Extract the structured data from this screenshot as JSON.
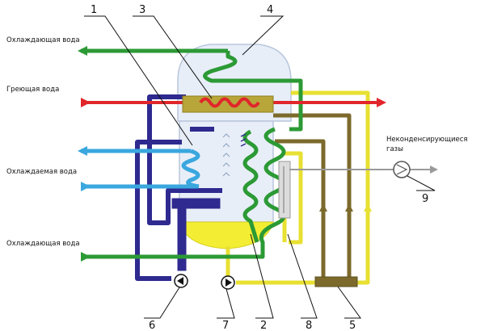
{
  "labels": {
    "cooling_water_top": "Охлаждающая вода",
    "heating_water": "Греющая вода",
    "chilled_water": "Охлаждаемая вода",
    "cooling_water_bottom": "Охлаждающая вода",
    "noncondensable_gases_line1": "Неконденсирующиеся",
    "noncondensable_gases_line2": "газы"
  },
  "callouts": [
    "1",
    "2",
    "3",
    "4",
    "5",
    "6",
    "7",
    "8",
    "9"
  ],
  "colors": {
    "cooling_water": "#2c9a35",
    "heating_water": "#e0262b",
    "chilled_water": "#3aa7df",
    "concentrated_solution": "#2e2a8f",
    "weak_solution": "#e8e032",
    "mixed_return": "#7c6a2c",
    "vessel": "#e8eef8",
    "gas_line": "#9a9a9a"
  }
}
